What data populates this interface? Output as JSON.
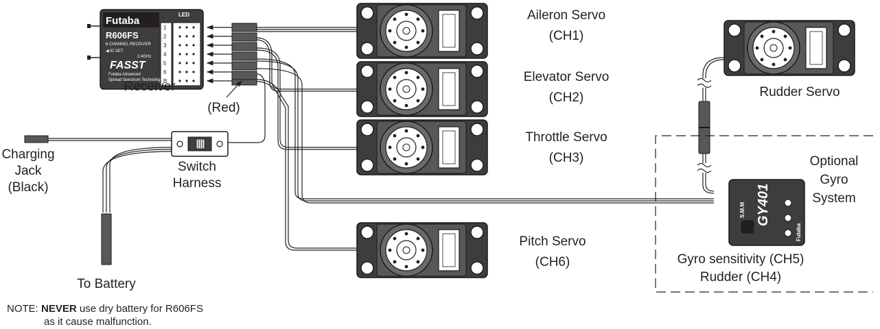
{
  "labels": {
    "aileron": "Aileron Servo",
    "aileron_ch": "(CH1)",
    "elevator": "Elevator Servo",
    "elevator_ch": "(CH2)",
    "throttle": "Throttle Servo",
    "throttle_ch": "(CH3)",
    "pitch": "Pitch Servo",
    "pitch_ch": "(CH6)",
    "rudder": "Rudder Servo",
    "receiver": "Receiver",
    "red": "(Red)",
    "charging_1": "Charging",
    "charging_2": "Jack",
    "charging_3": "(Black)",
    "switch_1": "Switch",
    "switch_2": "Harness",
    "battery": "To Battery",
    "optional_1": "Optional",
    "optional_2": "Gyro",
    "optional_3": "System",
    "gyro_sens": "Gyro sensitivity (CH5)",
    "rudder_ch": "Rudder (CH4)"
  },
  "note": {
    "prefix": "NOTE: ",
    "emphasis": "NEVER",
    "rest": " use dry battery for R606FS",
    "line2": "as it cause malfunction."
  },
  "receiver_unit": {
    "brand": "Futaba",
    "model": "R606FS",
    "sub": "6 CHANNEL RECEIVER",
    "id_set": "◀ ID SET",
    "ghz": "2.4GHz",
    "fasst": "FASST",
    "tag1": "Futaba Advanced",
    "tag2": "Spread Spectrum Technology",
    "led": "LED",
    "ports": [
      "1",
      "2",
      "3",
      "4",
      "5",
      "6",
      "B"
    ]
  },
  "gyro_unit": {
    "model": "GY401",
    "smm": "S.M.M",
    "brand": "Futaba"
  }
}
